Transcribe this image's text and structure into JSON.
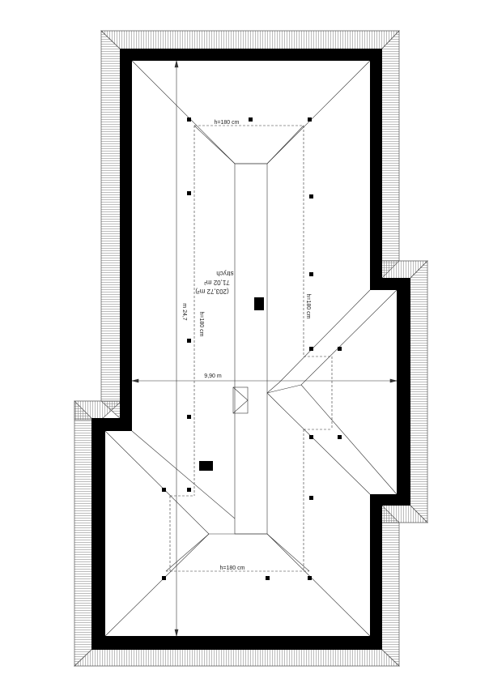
{
  "room": {
    "name": "strych",
    "area": "71,02 m²",
    "volume": "(203,72 m³)"
  },
  "dimensions": {
    "width": "9,90 m",
    "length": "m 24,7",
    "height_line_top": "h=180 cm",
    "height_line_bottom": "h=180 cm",
    "height_line_left": "h=180 cm",
    "height_line_right": "h=180 cm"
  },
  "colors": {
    "wall": "#000000",
    "line": "#333333",
    "roof_edge": "#555555"
  }
}
